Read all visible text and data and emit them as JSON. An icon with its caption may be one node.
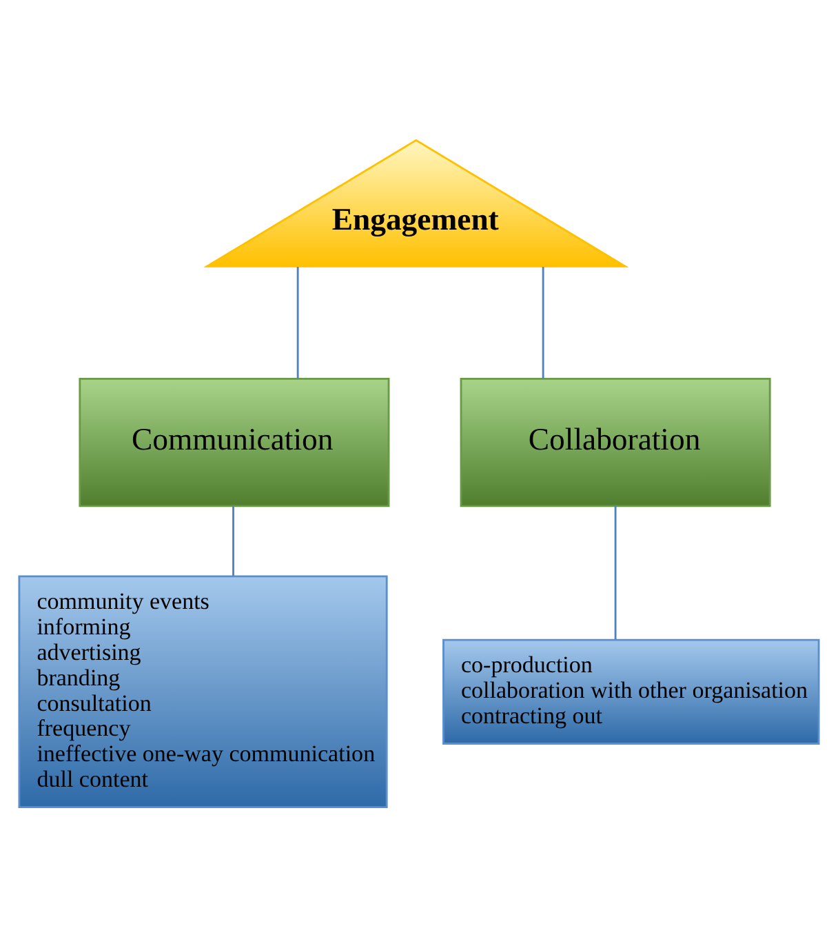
{
  "diagram": {
    "nodes": [
      {
        "text": [
          "Engagement"
        ]
      },
      {
        "text": [
          "Communication"
        ]
      },
      {
        "text": [
          "Collaboration"
        ]
      },
      {
        "text": [
          "community events",
          "informing",
          "advertising",
          "branding",
          "consultation",
          "frequency",
          "ineffective one-way communication",
          "dull content"
        ]
      },
      {
        "text": [
          "co-production",
          "collaboration with other organisation",
          "contracting out"
        ]
      }
    ],
    "edges": [
      {
        "from": 0,
        "to": 1,
        "arrow": "none"
      },
      {
        "from": 0,
        "to": 2,
        "arrow": "none"
      },
      {
        "from": 1,
        "to": 3,
        "arrow": "none"
      },
      {
        "from": 2,
        "to": 4,
        "arrow": "none"
      }
    ]
  }
}
